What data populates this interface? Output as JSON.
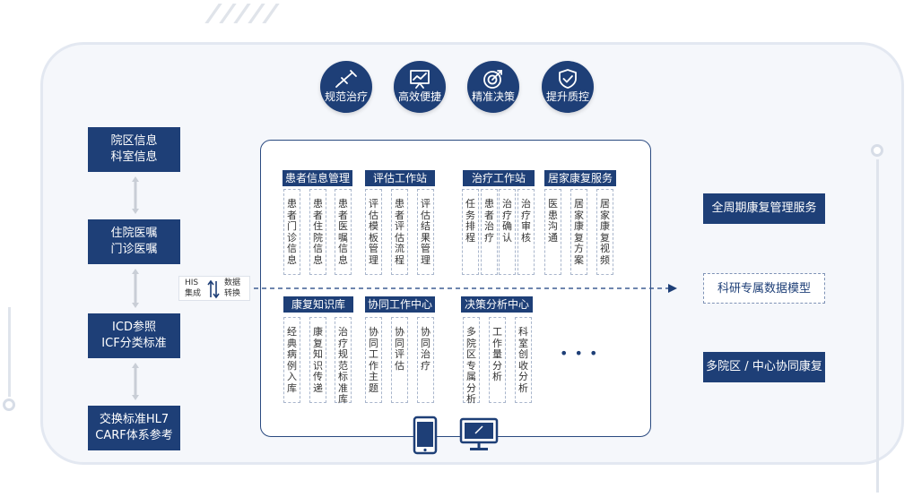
{
  "top_features": [
    {
      "label": "规范治疗",
      "icon": "syringe-icon"
    },
    {
      "label": "高效便捷",
      "icon": "chart-board-icon"
    },
    {
      "label": "精准决策",
      "icon": "target-icon"
    },
    {
      "label": "提升质控",
      "icon": "shield-check-icon"
    }
  ],
  "left_boxes": [
    {
      "line1": "院区信息",
      "line2": "科室信息"
    },
    {
      "line1": "住院医嘱",
      "line2": "门诊医嘱"
    },
    {
      "line1": "ICD参照",
      "line2": "ICF分类标准"
    },
    {
      "line1": "交换标准HL7",
      "line2": "CARF体系参考"
    }
  ],
  "his": {
    "left_top": "HIS",
    "left_bottom": "集成",
    "right_top": "数据",
    "right_bottom": "转换"
  },
  "modules_top": [
    {
      "title": "患者信息管理",
      "items": [
        "患者门诊信息",
        "患者住院信息",
        "患者医嘱信息"
      ]
    },
    {
      "title": "评估工作站",
      "items": [
        "评估模板管理",
        "患者评估流程",
        "评估结果管理"
      ]
    },
    {
      "title": "治疗工作站",
      "items": [
        "任务排程",
        "患者治疗",
        "治疗确认",
        "治疗审核"
      ]
    },
    {
      "title": "居家康复服务",
      "items": [
        "医患沟通",
        "居家康复方案",
        "居家康复视频"
      ]
    }
  ],
  "modules_bottom": [
    {
      "title": "康复知识库",
      "items": [
        "经典病例入库",
        "康复知识传递",
        "治疗规范标准库"
      ]
    },
    {
      "title": "协同工作中心",
      "items": [
        "协同工作主题",
        "协同评估",
        "协同治疗"
      ]
    },
    {
      "title": "决策分析中心",
      "items": [
        "多院区专属分析",
        "工作量分析",
        "科室创收分析"
      ]
    }
  ],
  "ellipsis": "• • •",
  "devices": [
    {
      "icon": "mobile-phone-icon"
    },
    {
      "icon": "desktop-monitor-icon"
    }
  ],
  "right_boxes": [
    {
      "label": "全周期康复管理服务",
      "style": "dark"
    },
    {
      "label": "科研专属数据模型",
      "style": "dash"
    },
    {
      "label": "多院区 / 中心协同康复",
      "style": "dark"
    }
  ],
  "colors": {
    "primary": "#1e3f77",
    "dashed": "#a9b6cc"
  }
}
